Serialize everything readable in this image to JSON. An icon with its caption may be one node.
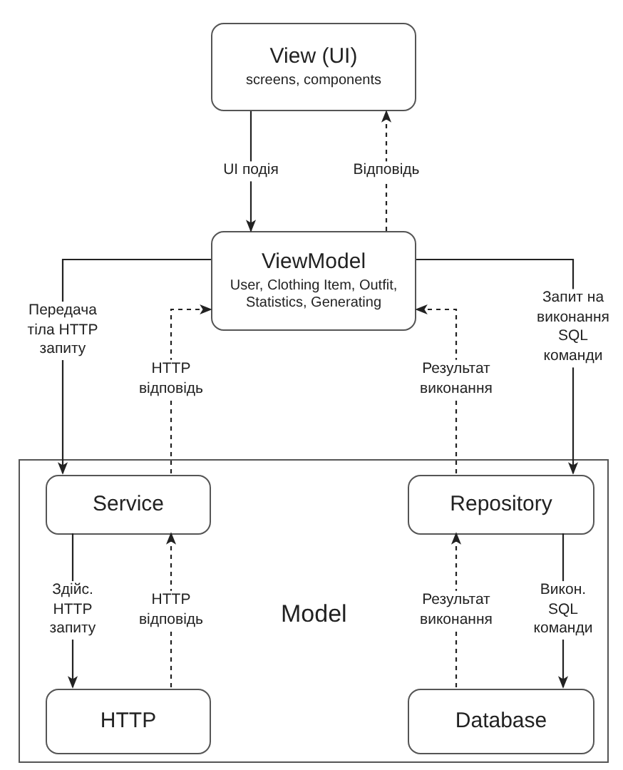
{
  "diagram": {
    "nodes": [
      {
        "text": [
          "View (UI)",
          "screens, components"
        ]
      },
      {
        "text": [
          "ViewModel",
          "User, Clothing Item, Outfit, Statistics, Generating"
        ]
      },
      {
        "text": [
          "Model"
        ]
      },
      {
        "text": [
          "Service"
        ],
        "in": 2
      },
      {
        "text": [
          "Repository"
        ],
        "in": 2
      },
      {
        "text": [
          "HTTP"
        ],
        "in": 2
      },
      {
        "text": [
          "Database"
        ],
        "in": 2
      }
    ],
    "edges": [
      {
        "from": 0,
        "to": 1,
        "arrow": "to",
        "label": "UI подія"
      },
      {
        "from": 1,
        "to": 0,
        "arrow": "to",
        "label": "Відповідь",
        "style": "dashed"
      },
      {
        "from": 1,
        "to": 3,
        "arrow": "to",
        "label": "Передача тіла HTTP запиту"
      },
      {
        "from": 3,
        "to": 1,
        "arrow": "to",
        "label": "HTTP відповідь",
        "style": "dashed"
      },
      {
        "from": 1,
        "to": 4,
        "arrow": "to",
        "label": "Запит на виконання SQL команди"
      },
      {
        "from": 4,
        "to": 1,
        "arrow": "to",
        "label": "Результат виконання",
        "style": "dashed"
      },
      {
        "from": 3,
        "to": 5,
        "arrow": "to",
        "label": "Здійс. HTTP запиту"
      },
      {
        "from": 5,
        "to": 3,
        "arrow": "to",
        "label": "HTTP відповідь",
        "style": "dashed"
      },
      {
        "from": 6,
        "to": 4,
        "arrow": "to",
        "label": "Результат виконання",
        "style": "dashed"
      },
      {
        "from": 4,
        "to": 6,
        "arrow": "to",
        "label": "Викон. SQL команди"
      }
    ]
  }
}
